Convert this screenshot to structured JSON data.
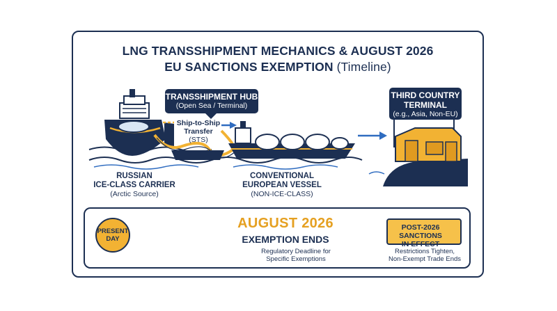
{
  "title": {
    "line1": "LNG TRANSSHIPMENT MECHANICS & AUGUST 2026",
    "line2_bold": "EU SANCTIONS EXEMPTION",
    "line2_light": "(Timeline)"
  },
  "hub": {
    "heading": "TRANSSHIPMENT HUB",
    "sub": "(Open Sea / Terminal)"
  },
  "sts": {
    "line1": "Ship-to-Ship",
    "line2": "Transfer",
    "line3": "(STS)"
  },
  "third_country": {
    "heading1": "THIRD COUNTRY",
    "heading2": "TERMINAL",
    "sub": "(e.g., Asia, Non-EU)"
  },
  "russian": {
    "line1": "RUSSIAN",
    "line2": "ICE-CLASS CARRIER",
    "sub": "(Arctic Source)"
  },
  "european": {
    "line1": "CONVENTIONAL",
    "line2": "EUROPEAN VESSEL",
    "sub": "(NON-ICE-CLASS)"
  },
  "timeline": {
    "present": {
      "line1": "PRESENT",
      "line2": "DAY"
    },
    "deadline": "AUGUST 2026",
    "deadline_sub": "EXEMPTION ENDS",
    "regulatory": {
      "line1": "Regulatory Deadline for",
      "line2": "Specific Exemptions"
    },
    "post": {
      "line1": "POST-2026",
      "line2": "SANCTIONS",
      "line3": "IN EFFECT"
    },
    "restrictions": {
      "line1": "Restrictions Tighten,",
      "line2": "Non-Exempt Trade Ends"
    }
  },
  "icons": [
    "ship-icon",
    "tanker-icon",
    "terminal-icon",
    "clock-icon",
    "lock-icon"
  ],
  "colors": {
    "navy": "#1c2f52",
    "amber": "#f2b233",
    "blue": "#2f6cc0",
    "light_blue": "#d9e6f5"
  }
}
